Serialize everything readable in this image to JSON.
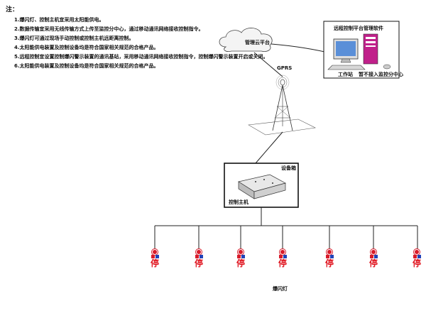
{
  "notes": {
    "title": "注：",
    "items": [
      "1.爆闪灯、控制主机宜采用太阳能供电。",
      "2.数据传输宜采用无线传输方式上传至监控分中心，通过移动通讯网络接收控制指令。",
      "3.爆闪灯可通过现场手动控制或控制主机远距离控制。",
      "4.太阳能供电装置及控制设备均是符合国家相关规范的合格产品。",
      "5.远程控制宜设置控制爆闪警示装置的通讯基站，采用移动通讯网络接收控制指令，控制爆闪警示装置开启或关闭。",
      "6.太阳能供电装置及控制设备均是符合国家相关规范的合格产品。"
    ]
  },
  "cloud": {
    "label": "管理云平台"
  },
  "gprs": {
    "label": "GPRS"
  },
  "remote_box": {
    "title": "远程控制平台管理软件",
    "workstation_label": "工作站",
    "monitor_center_label": "暂不接入监控分中心"
  },
  "equipment_box": {
    "title": "设备箱",
    "host_label": "控制主机"
  },
  "lights": {
    "label": "爆闪灯",
    "items": [
      {
        "char": "停"
      },
      {
        "char": "停"
      },
      {
        "char": "停"
      },
      {
        "char": "停"
      },
      {
        "char": "停"
      },
      {
        "char": "停"
      },
      {
        "char": "停"
      }
    ]
  },
  "colors": {
    "line": "#222222",
    "light_red": "#e0141f",
    "light_blue": "#2142b8",
    "pc_magenta": "#c0208a",
    "screen_blue": "#5a8fd8"
  }
}
